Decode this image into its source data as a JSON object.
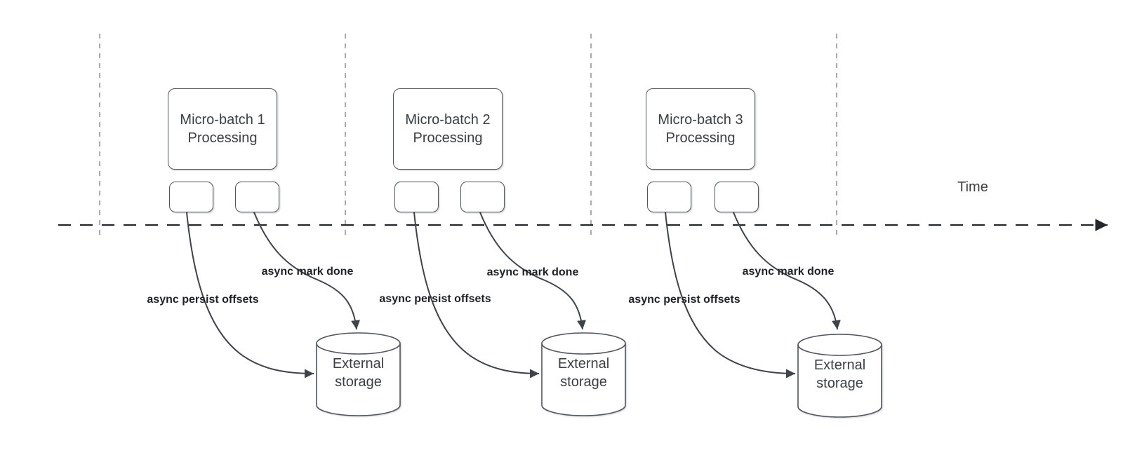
{
  "diagram": {
    "time_axis": {
      "label": "Time"
    },
    "groups": [
      {
        "title": "Micro-batch 1\nProcessing",
        "persist_label": "async persist offsets",
        "mark_label": "async mark done",
        "storage_label": "External\nstorage"
      },
      {
        "title": "Micro-batch 2\nProcessing",
        "persist_label": "async persist offsets",
        "mark_label": "async mark done",
        "storage_label": "External\nstorage"
      },
      {
        "title": "Micro-batch 3\nProcessing",
        "persist_label": "async persist offsets",
        "mark_label": "async mark done",
        "storage_label": "External\nstorage"
      }
    ],
    "colors": {
      "shape_stroke": "#50565e",
      "arrow_stroke": "#3f444b",
      "axis_stroke": "#24282c",
      "guide_stroke": "#ababab",
      "text": "#3a3f44",
      "edge_label_text": "#1e2227"
    }
  }
}
